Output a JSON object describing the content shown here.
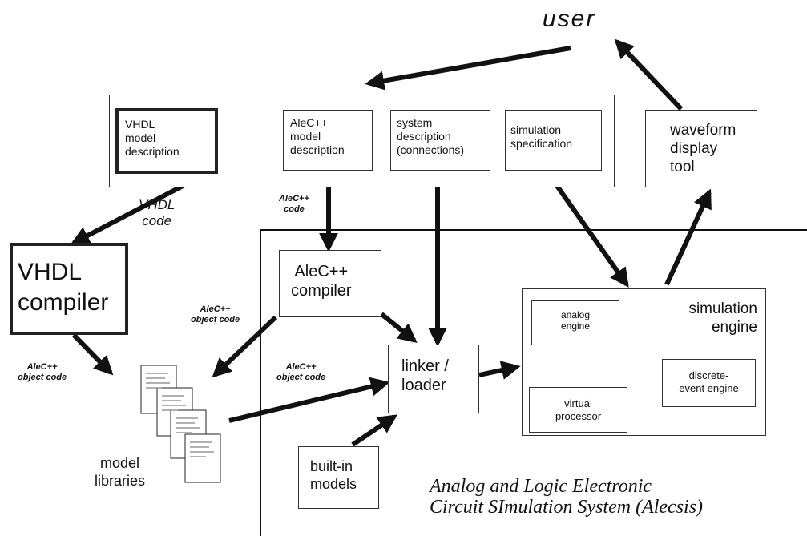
{
  "user": "user",
  "boxes": {
    "vhdl_model": "VHDL\nmodel\ndescription",
    "alec_model": "AleC++\nmodel\ndescription",
    "system_description": "system\ndescription\n(connections)",
    "simulation_spec": "simulation\nspecification",
    "waveform_tool": "waveform\ndisplay\ntool",
    "vhdl_compiler": "VHDL\ncompiler",
    "alec_compiler": "AleC++\ncompiler",
    "linker_loader": "linker /\nloader",
    "built_in_models": "built-in\nmodels",
    "simulation_engine": "simulation\nengine",
    "analog_engine": "analog\nengine",
    "virtual_processor": "virtual\nprocessor",
    "discrete_event_engine": "discrete-\nevent engine"
  },
  "labels": {
    "vhdl_code": "VHDL\ncode",
    "alec_code": "AleC++\ncode",
    "alec_object_code_1": "AleC++\nobject code",
    "alec_object_code_2": "AleC++\nobject code",
    "alec_object_code_3": "AleC++\nobject code",
    "model_libraries": "model\nlibraries"
  },
  "system_title": "Analog and Logic Electronic\nCircuit SImulation System (Alecsis)"
}
